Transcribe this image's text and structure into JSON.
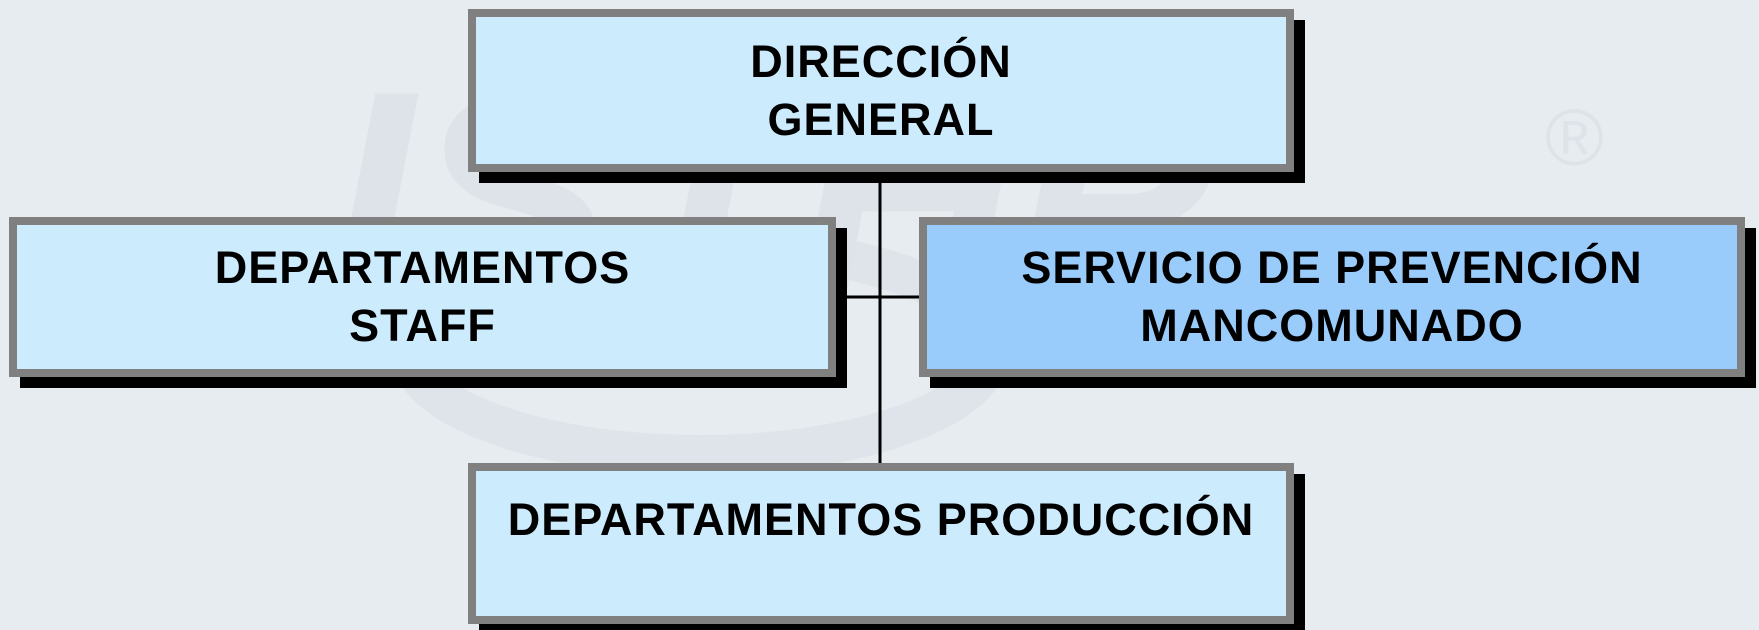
{
  "watermark": {
    "text": "ISTHP",
    "registered": "®"
  },
  "boxes": {
    "direccion": {
      "lines": [
        "DIRECCIÓN",
        "GENERAL"
      ]
    },
    "staff": {
      "lines": [
        "DEPARTAMENTOS",
        "STAFF"
      ]
    },
    "servicio": {
      "lines": [
        "SERVICIO DE PREVENCIÓN",
        "MANCOMUNADO"
      ]
    },
    "produccion": {
      "lines": [
        "DEPARTAMENTOS PRODUCCIÓN"
      ]
    }
  },
  "colors": {
    "background": "#e7ecf0",
    "box_light": "#ccebfd",
    "box_highlight": "#99cbfb",
    "border": "#808080",
    "shadow": "#000000"
  }
}
